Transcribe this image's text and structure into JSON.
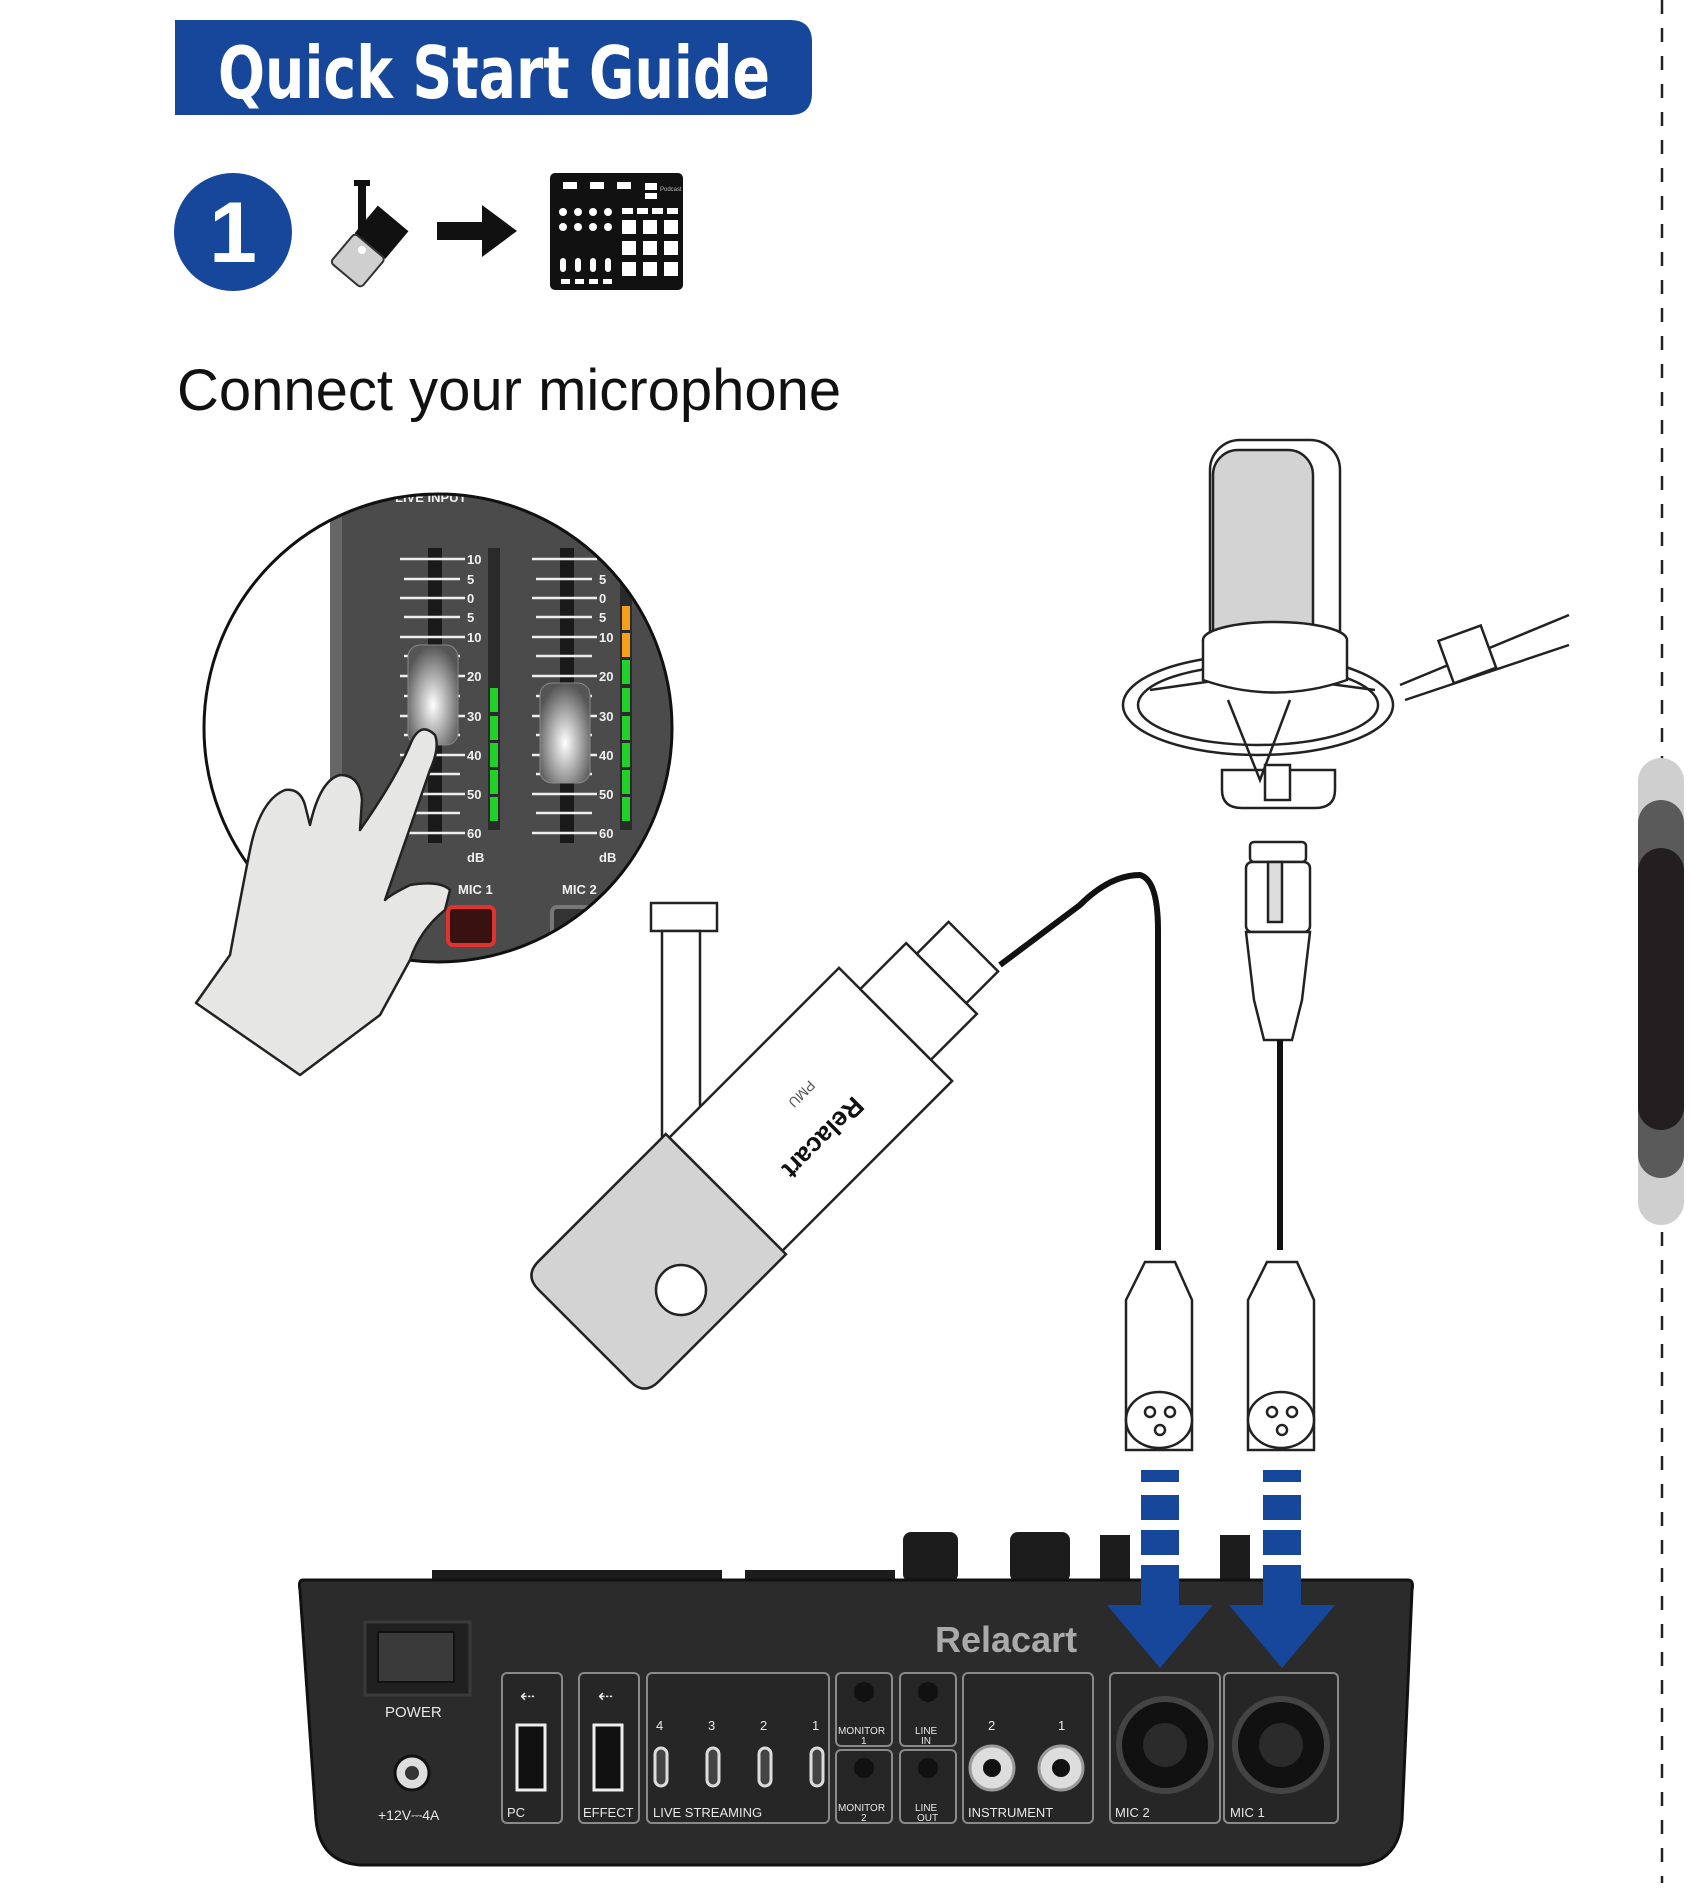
{
  "header": {
    "title": "Quick Start Guide",
    "step_number": "1",
    "step_icons": [
      "microphone-icon",
      "arrow-right-icon",
      "podcast-mixer-icon"
    ],
    "instruction": "Connect your microphone"
  },
  "colors": {
    "brand_blue": "#16479b",
    "mixer_body": "#2b2b2b",
    "meter_green": "#22d12a",
    "meter_orange": "#f5a01a",
    "mute_red": "#e0322f"
  },
  "mixer_icon": {
    "brand": "Podcast"
  },
  "fader_closeup": {
    "section_label": "LIVE INPUT",
    "channel_1": {
      "label": "MIC 1",
      "scale": [
        "10",
        "5",
        "0",
        "5",
        "10",
        "20",
        "30",
        "40",
        "50",
        "60"
      ],
      "unit": "dB"
    },
    "channel_2": {
      "label": "MIC 2",
      "scale": [
        "5",
        "0",
        "5",
        "10",
        "20",
        "30",
        "40",
        "50",
        "60"
      ],
      "unit": "dB"
    }
  },
  "microphone": {
    "brand": "Relacart",
    "model": "PMU"
  },
  "mixer_rear": {
    "brand": "Relacart",
    "power_label": "POWER",
    "dc_label": "+12V⎓4A",
    "ports": {
      "pc": "PC",
      "effect": "EFFECT",
      "live_streaming": "LIVE STREAMING",
      "live_streaming_numbers": [
        "4",
        "3",
        "2",
        "1"
      ],
      "monitor_1": [
        "MONITOR",
        "1"
      ],
      "monitor_2": [
        "MONITOR",
        "2"
      ],
      "line_in": [
        "LINE",
        "IN"
      ],
      "line_out": [
        "LINE",
        "OUT"
      ],
      "instrument": "INSTRUMENT",
      "instrument_numbers": [
        "2",
        "1"
      ],
      "mic_2": "MIC 2",
      "mic_1": "MIC 1"
    }
  }
}
